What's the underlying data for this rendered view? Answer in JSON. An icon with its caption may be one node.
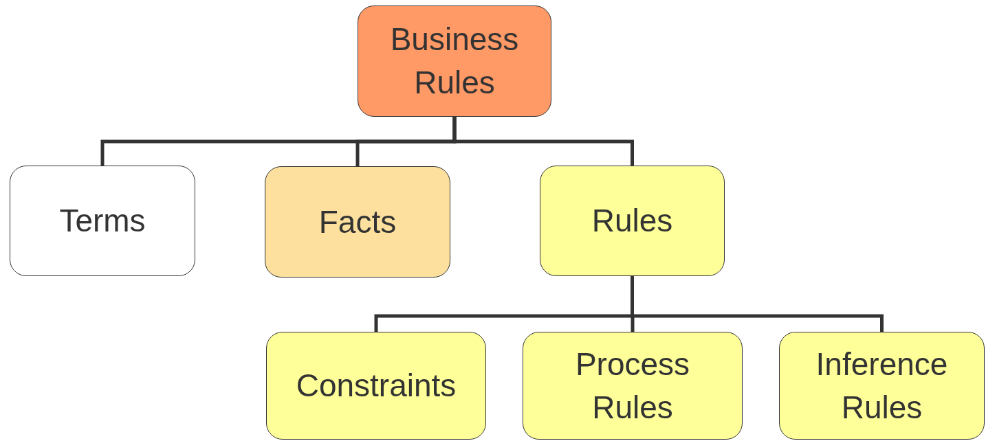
{
  "diagram": {
    "nodes": [
      {
        "text": [
          "Business Rules"
        ]
      },
      {
        "text": [
          "Terms"
        ]
      },
      {
        "text": [
          "Facts"
        ]
      },
      {
        "text": [
          "Rules"
        ]
      },
      {
        "text": [
          "Constraints"
        ]
      },
      {
        "text": [
          "Process Rules"
        ]
      },
      {
        "text": [
          "Inference Rules"
        ]
      }
    ],
    "edges": [
      {
        "from": 0,
        "to": 1,
        "arrow": "none"
      },
      {
        "from": 0,
        "to": 2,
        "arrow": "none"
      },
      {
        "from": 0,
        "to": 3,
        "arrow": "none"
      },
      {
        "from": 3,
        "to": 4,
        "arrow": "none"
      },
      {
        "from": 3,
        "to": 5,
        "arrow": "none"
      },
      {
        "from": 3,
        "to": 6,
        "arrow": "none"
      }
    ]
  }
}
